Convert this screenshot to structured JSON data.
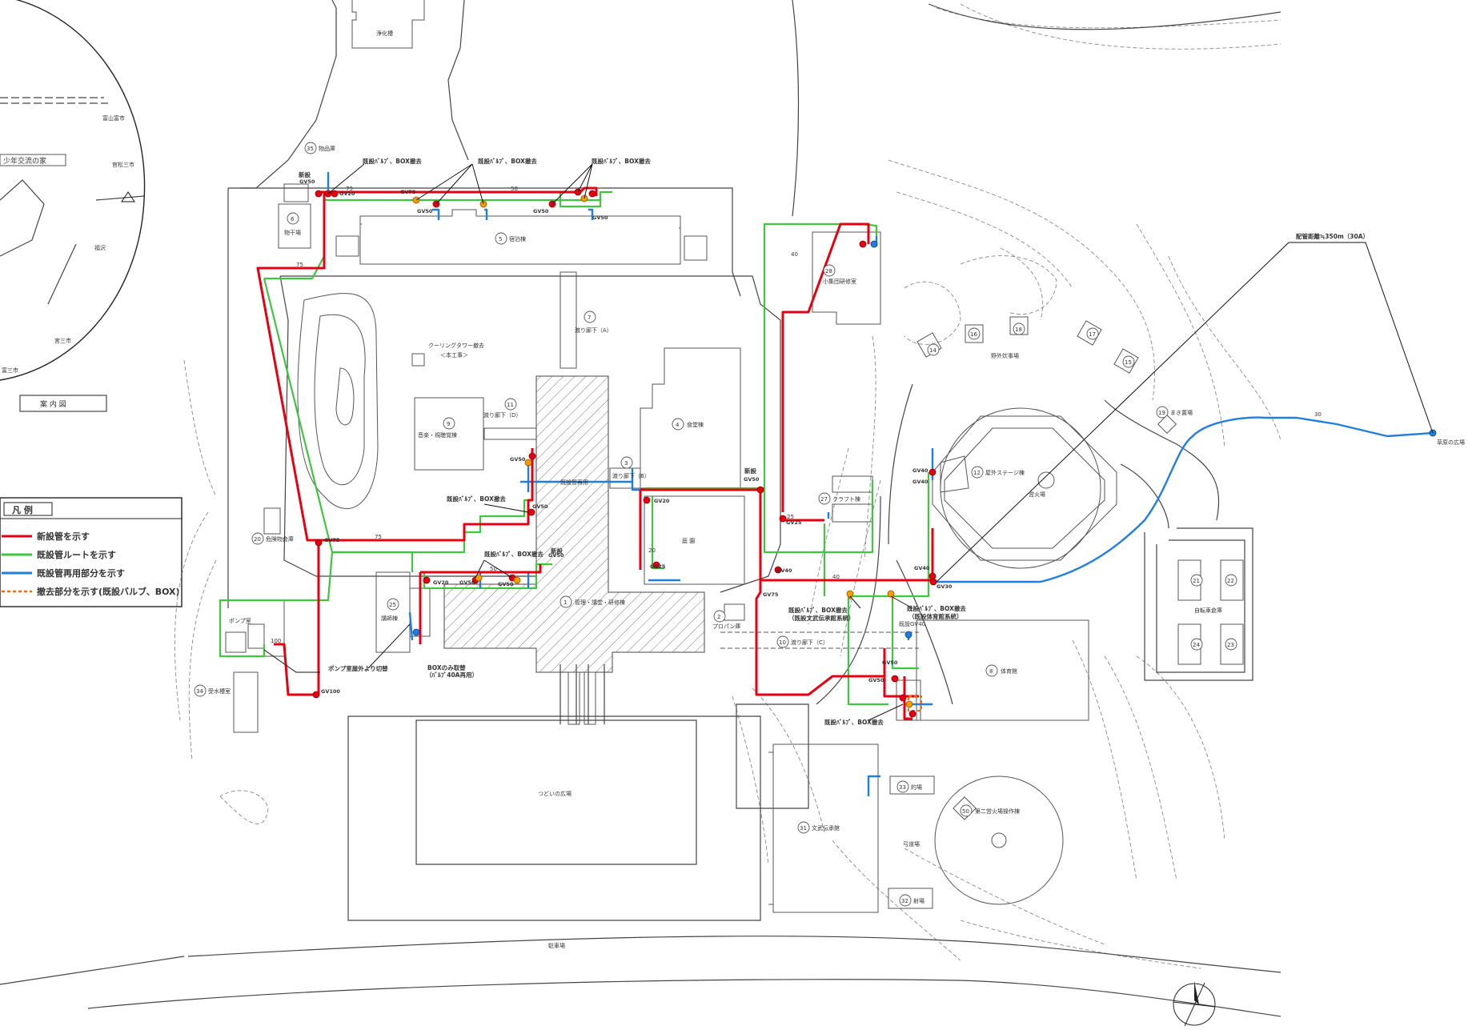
{
  "legend": {
    "title": "凡 例",
    "items": [
      {
        "label": "新設管を示す",
        "color": "#e60012",
        "style": "solid"
      },
      {
        "label": "既設管ルートを示す",
        "color": "#3ec63e",
        "style": "solid"
      },
      {
        "label": "既設管再用部分を示す",
        "color": "#1f7fe0",
        "style": "solid"
      },
      {
        "label": "撤去部分を示す(既設バルブ、BOX)",
        "color": "#ff6600",
        "style": "dashed"
      }
    ]
  },
  "inset": {
    "caption": "案 内 図",
    "label": "少年交流の家",
    "small_labels": [
      "富山富市",
      "官松三市",
      "福沢",
      "宮三市",
      "富三市"
    ]
  },
  "buildings": [
    {
      "num": "1",
      "name": "管理・講堂・研修棟"
    },
    {
      "num": "2",
      "name": "プロパン庫"
    },
    {
      "num": "3",
      "name": "渡り廊下（B）"
    },
    {
      "num": "4",
      "name": "食堂棟"
    },
    {
      "num": "5",
      "name": "宿泊棟"
    },
    {
      "num": "6",
      "name": "物干場"
    },
    {
      "num": "7",
      "name": "渡り廊下（A）"
    },
    {
      "num": "8",
      "name": "体育館"
    },
    {
      "num": "9",
      "name": "音楽・視聴覚棟"
    },
    {
      "num": "10",
      "name": "渡り廊下（C）"
    },
    {
      "num": "11",
      "name": "渡り廊下（D）"
    },
    {
      "num": "12",
      "name": "屋外ステージ棟"
    },
    {
      "num": "14",
      "name": ""
    },
    {
      "num": "15",
      "name": ""
    },
    {
      "num": "16",
      "name": ""
    },
    {
      "num": "17",
      "name": ""
    },
    {
      "num": "18",
      "name": ""
    },
    {
      "num": "19",
      "name": "まき置場"
    },
    {
      "num": "20",
      "name": "危険物倉庫"
    },
    {
      "num": "21",
      "name": ""
    },
    {
      "num": "22",
      "name": ""
    },
    {
      "num": "23",
      "name": ""
    },
    {
      "num": "24",
      "name": ""
    },
    {
      "num": "25",
      "name": "講師棟"
    },
    {
      "num": "27",
      "name": "クラフト棟"
    },
    {
      "num": "28",
      "name": "小集団研修室"
    },
    {
      "num": "31",
      "name": "文武伝承館"
    },
    {
      "num": "32",
      "name": "射場"
    },
    {
      "num": "33",
      "name": "的場"
    },
    {
      "num": "34",
      "name": "受水槽室"
    },
    {
      "num": "35",
      "name": "物品庫"
    },
    {
      "num": "50",
      "name": "第二営火場操作棟"
    }
  ],
  "area_labels": {
    "purification": "浄化槽",
    "camp_kitchen": "野外炊事場",
    "campfire": "営火場",
    "courtyard": "庭 園",
    "tsudoi": "つどいの広場",
    "parking": "駐車場",
    "kyudo": "弓道場",
    "bicycle": "自転車倉庫",
    "pump": "ポンプ室",
    "grass": "草原の広場",
    "cooling": "クーリングタワー撤去",
    "cooling_note": "＜本工事＞"
  },
  "annotations": {
    "remove_box": "既設ﾊﾞﾙﾌﾞ、BOX撤去",
    "new_install": "新設",
    "pipe_distance": "配管距離≒350m（30A）",
    "pump_outdoor": "ポンプ室屋外より切替",
    "box_only": "BOXのみ取替",
    "box_only_note": "（ﾊﾞﾙﾌﾞ40A再用）",
    "bunbu_line": "（既設文武伝承館系統）",
    "gym_line": "（既設体育館系統）",
    "existing_pipe": "既設管再用",
    "existing_gv": "既設GV40"
  },
  "valves": [
    "GV50",
    "GV20",
    "GV75",
    "GV50",
    "GV50",
    "GV50",
    "GV75",
    "GV50",
    "GV20",
    "GV50",
    "GV50",
    "GV50",
    "GV50",
    "GV20",
    "GV25",
    "GV50",
    "GV75",
    "GV40",
    "GV25",
    "GV40",
    "GV40",
    "GV40",
    "GV30",
    "GV50",
    "GV50",
    "GV100"
  ],
  "pipe_sizes": [
    "75",
    "50",
    "40",
    "30",
    "25",
    "20",
    "100"
  ]
}
